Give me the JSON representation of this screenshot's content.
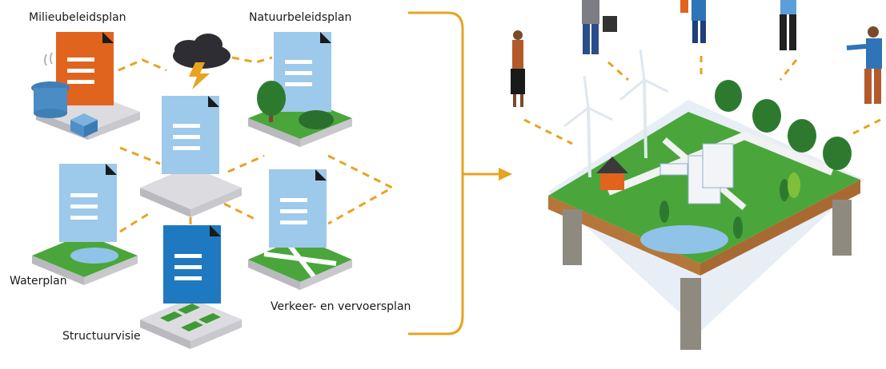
{
  "labels": {
    "milieu": "Milieubeleidsplan",
    "natuur": "Natuurbeleidsplan",
    "water": "Waterplan",
    "structuur": "Structuurvisie",
    "verkeer": "Verkeer- en vervoersplan"
  },
  "colors": {
    "orange_doc": "#e0641e",
    "light_blue_doc": "#9dc9ea",
    "dark_blue_doc": "#1f79c0",
    "connector": "#e7a321",
    "platform": "#d9d9dd",
    "grass": "#49a63a",
    "water": "#8fc4e8"
  },
  "icons": [
    "trash-can-icon",
    "storm-cloud-icon",
    "tree-icon",
    "house-icon",
    "wind-turbine-icon",
    "person-icon"
  ]
}
